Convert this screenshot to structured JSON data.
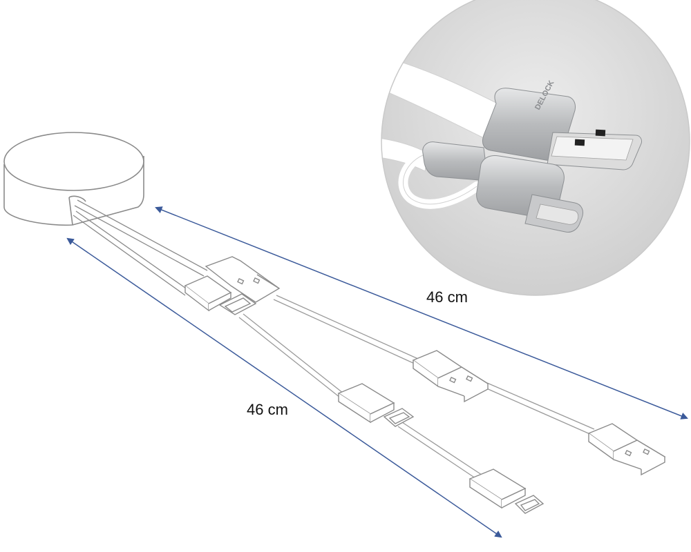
{
  "dimensions": {
    "cable_length_right": "46 cm",
    "cable_length_left": "46 cm"
  },
  "inset": {
    "brand_mark": "DELOCK"
  },
  "colors": {
    "outline": "#8a8a8a",
    "arrow": "#3b5a9a",
    "inset_background": "#d9d9d9",
    "metal": "#c4c6c8"
  }
}
